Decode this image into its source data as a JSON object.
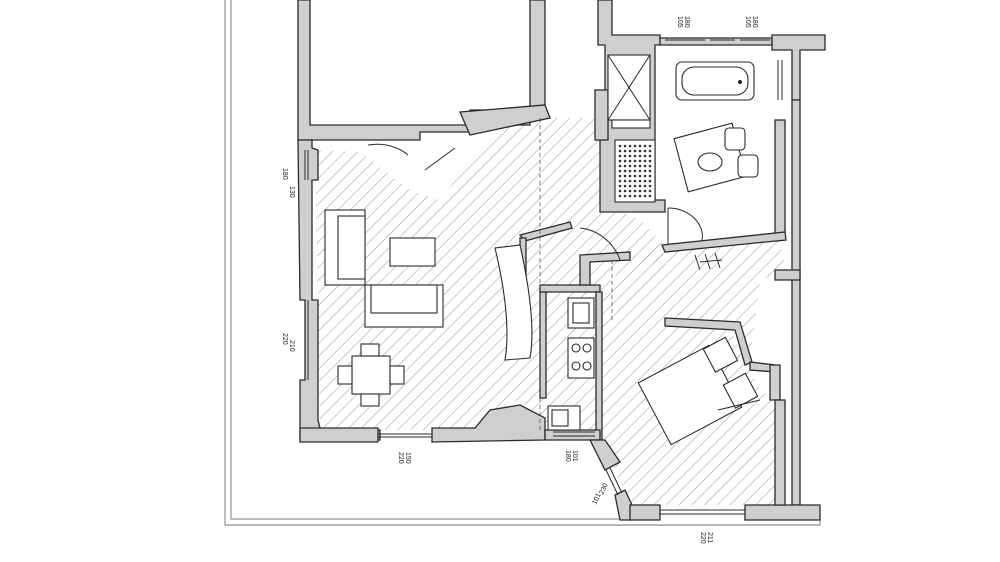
{
  "dimensions": {
    "living_window_left_a": "130",
    "living_window_left_b": "180",
    "living_window_mid_a": "210",
    "living_window_mid_b": "220",
    "living_window_bottom_a": "150",
    "living_window_bottom_b": "220",
    "kitchen_window_a": "101",
    "kitchen_window_b": "180",
    "corner_window_a": "101",
    "corner_window_b": "230",
    "bedroom_window_a": "211",
    "bedroom_window_b": "220",
    "bath_window_1_a": "105",
    "bath_window_1_b": "180",
    "bath_window_2_a": "105",
    "bath_window_2_b": "180"
  }
}
